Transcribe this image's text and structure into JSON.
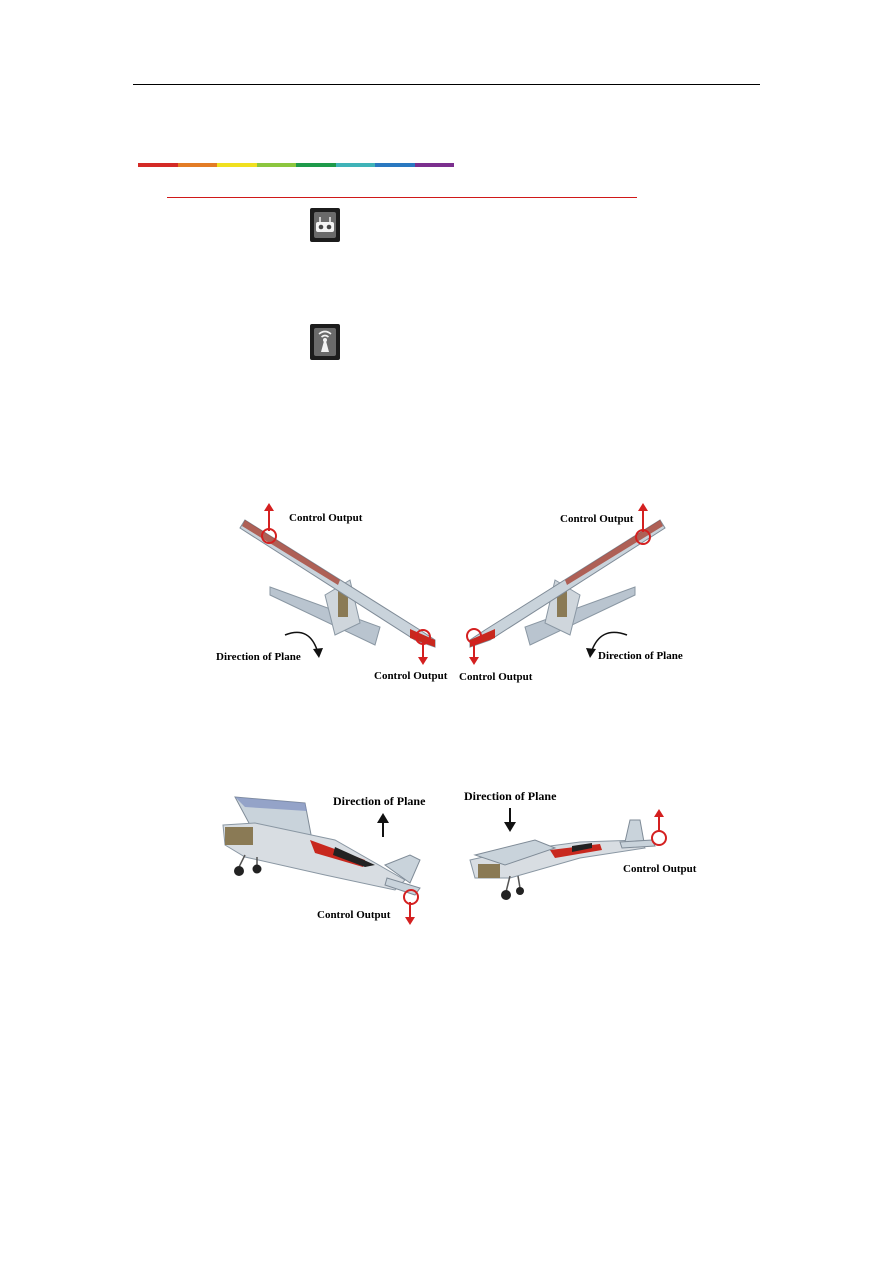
{
  "header": {
    "rule_color": "#000000"
  },
  "section_bar": {
    "colors": [
      "#d42a26",
      "#e37c25",
      "#f0e020",
      "#8cc63e",
      "#1e9a4a",
      "#3fb3b8",
      "#2a78c0",
      "#2d3f94"
    ]
  },
  "divider": {
    "color": "#d01818"
  },
  "icons": [
    {
      "name": "transmitter-icon"
    },
    {
      "name": "antenna-signal-icon"
    }
  ],
  "figure_aileron": {
    "left": {
      "control_output_top": "Control Output",
      "direction": "Direction of  Plane",
      "control_output_bottom": "Control Output"
    },
    "right": {
      "control_output_top": "Control Output",
      "direction": "Direction of  Plane",
      "control_output_bottom": "Control Output"
    }
  },
  "figure_elevator": {
    "left": {
      "direction": "Direction of  Plane",
      "control_output": "Control Output"
    },
    "right": {
      "direction": "Direction of  Plane",
      "control_output": "Control Output"
    }
  },
  "colors": {
    "arrow_red": "#d42020",
    "wing": "#c9d3db",
    "fuselage_stripe": "#c8281e"
  }
}
